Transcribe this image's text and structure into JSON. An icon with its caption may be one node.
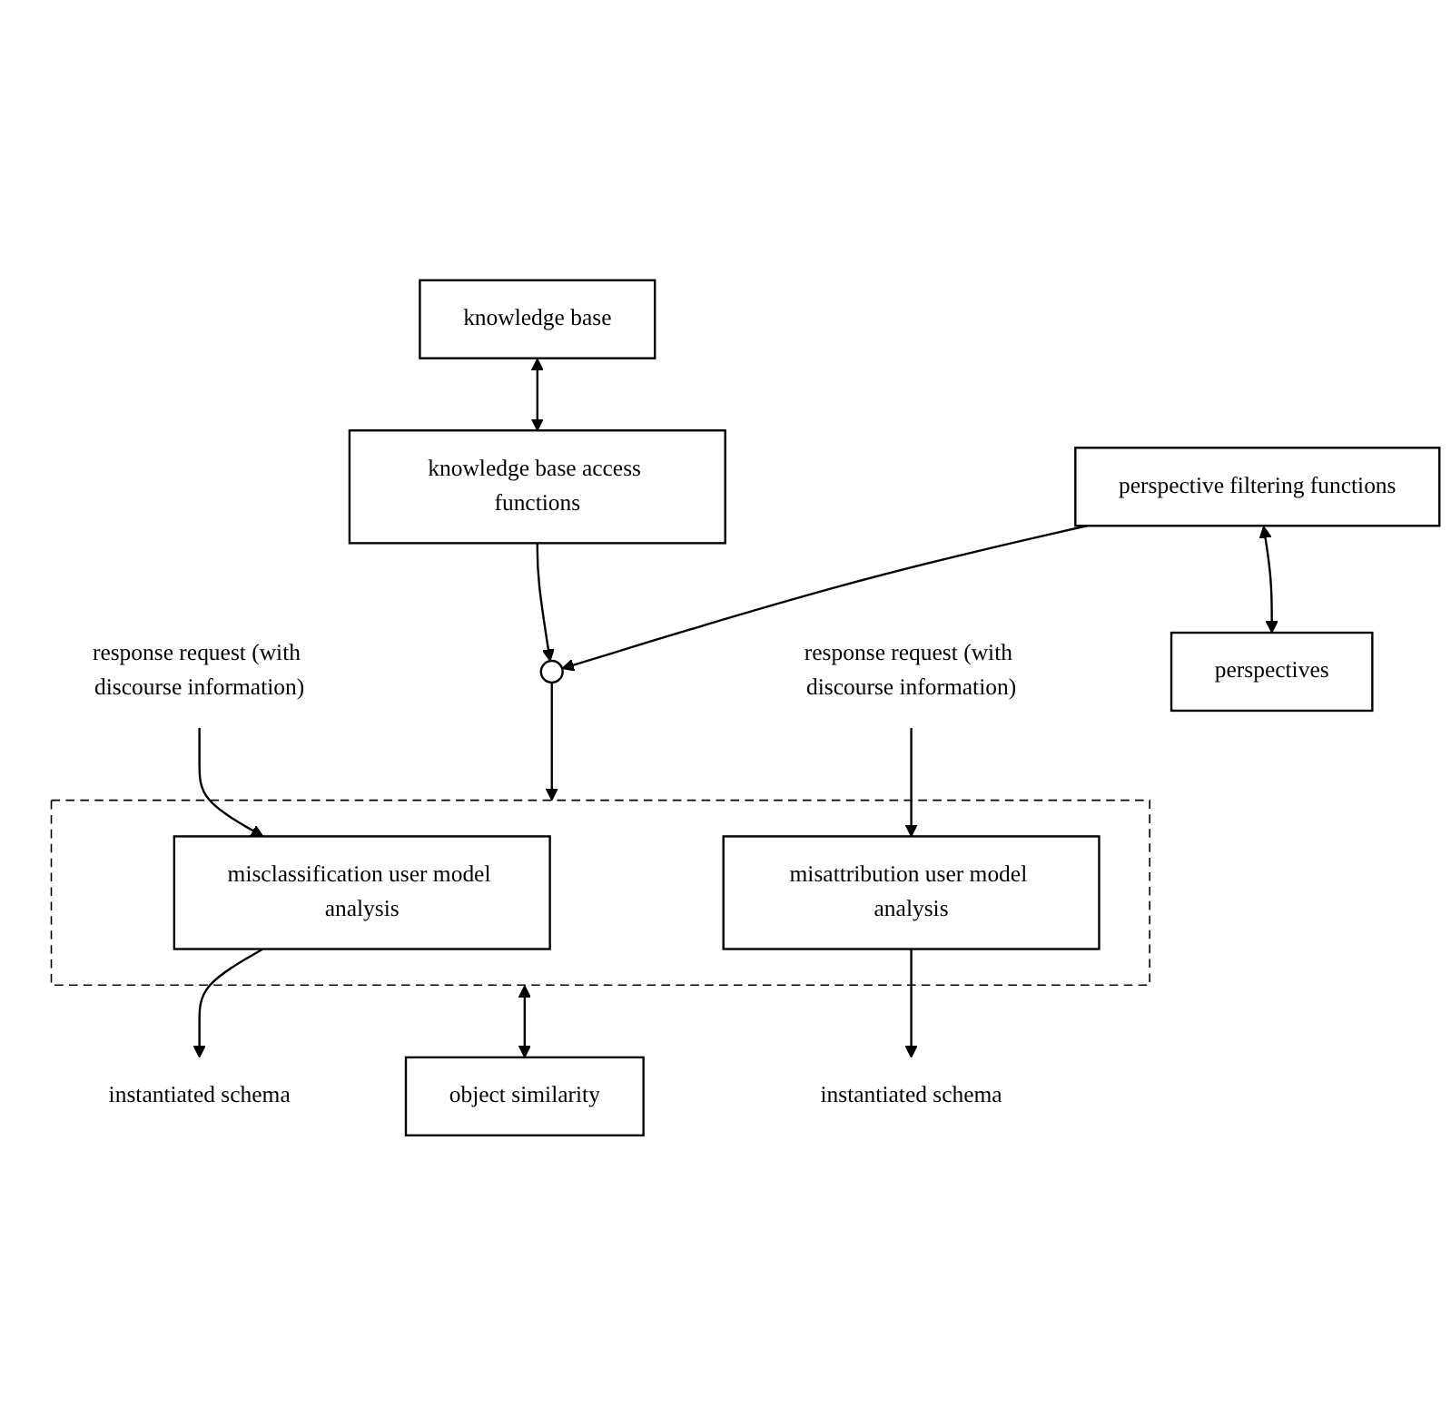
{
  "diagram": {
    "nodes": [
      {
        "text": [
          "knowledge base"
        ]
      },
      {
        "text": [
          "response request (with discourse information)"
        ]
      },
      {
        "text": [
          "response request (with discourse information)"
        ]
      },
      {
        "text": [
          "knowledge base access functions"
        ]
      },
      {
        "text": [],
        "shape": "box"
      },
      {
        "text": [
          "misclassification user model analysis"
        ],
        "in": 4
      },
      {
        "text": [
          "misattribution user model analysis"
        ],
        "in": 4
      },
      {
        "text": [],
        "shape": "circle"
      },
      {
        "text": [
          "perspective filtering functions"
        ]
      },
      {
        "text": [
          "object similarity"
        ]
      },
      {
        "text": [
          "perspectives"
        ]
      },
      {
        "text": [
          "instantiated schema"
        ]
      },
      {
        "text": [
          "instantiated schema"
        ]
      }
    ],
    "edges": [
      {
        "from": 0,
        "to": 3,
        "arrow": "both"
      },
      {
        "from": 3,
        "to": 7,
        "arrow": "to"
      },
      {
        "from": 8,
        "to": 7,
        "arrow": "to"
      },
      {
        "from": 8,
        "to": 10,
        "arrow": "both"
      },
      {
        "from": 7,
        "to": 4,
        "arrow": "to"
      },
      {
        "from": 1,
        "to": 5,
        "arrow": "to"
      },
      {
        "from": 2,
        "to": 6,
        "arrow": "to"
      },
      {
        "from": 4,
        "to": 9,
        "arrow": "both"
      },
      {
        "from": 5,
        "to": 11,
        "arrow": "to"
      },
      {
        "from": 6,
        "to": 12,
        "arrow": "to"
      }
    ]
  }
}
